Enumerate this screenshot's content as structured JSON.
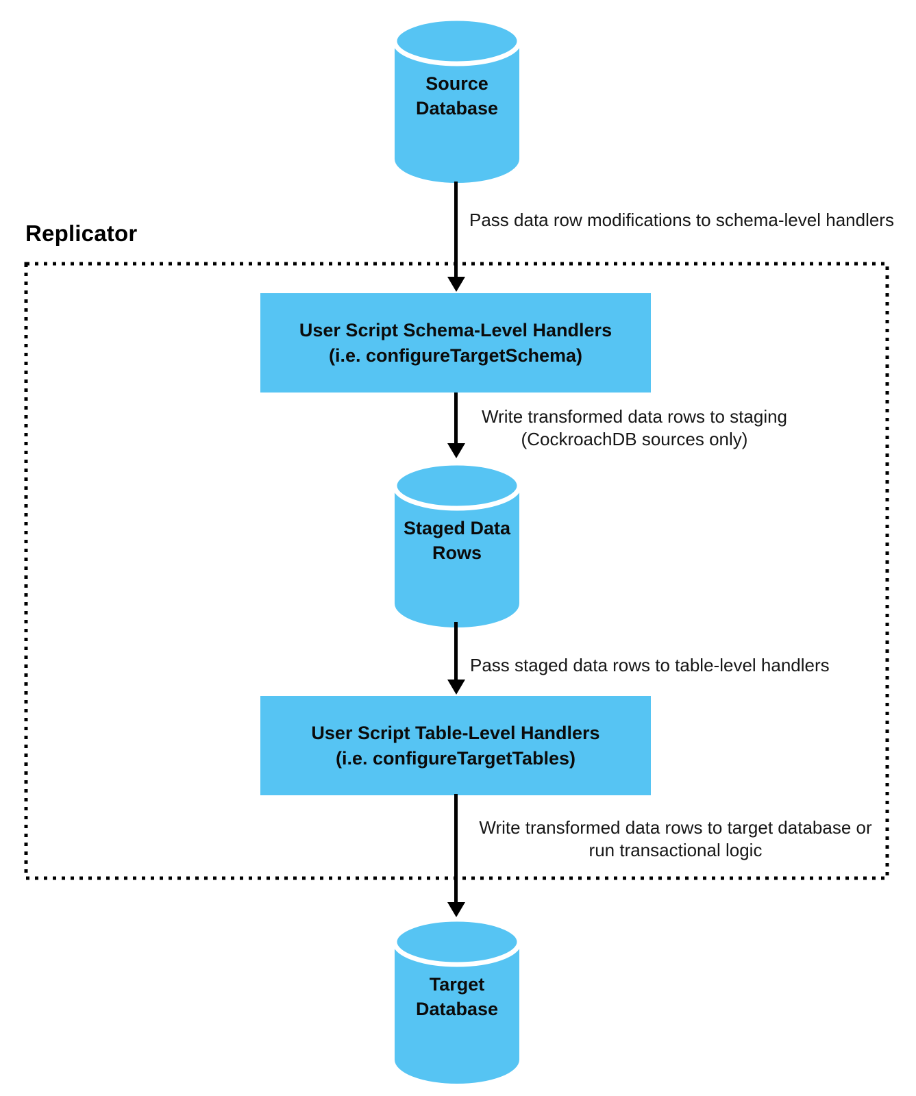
{
  "replicator": {
    "label": "Replicator"
  },
  "nodes": {
    "source_db": {
      "line1": "Source",
      "line2": "Database"
    },
    "schema_handlers": {
      "line1": "User Script Schema-Level Handlers",
      "line2": "(i.e. configureTargetSchema)"
    },
    "staged_rows": {
      "line1": "Staged Data",
      "line2": "Rows"
    },
    "table_handlers": {
      "line1": "User Script Table-Level Handlers",
      "line2": "(i.e. configureTargetTables)"
    },
    "target_db": {
      "line1": "Target",
      "line2": "Database"
    }
  },
  "edges": {
    "source_to_schema": {
      "label": "Pass data row modifications to schema-level handlers"
    },
    "schema_to_staged": {
      "line1": "Write transformed data rows to staging",
      "line2": "(CockroachDB sources only)"
    },
    "staged_to_table": {
      "label": "Pass staged data rows to table-level handlers"
    },
    "table_to_target": {
      "line1": "Write transformed data rows to target database or",
      "line2": "run transactional logic"
    }
  },
  "colors": {
    "node_fill": "#56C4F3",
    "arrow": "#000000",
    "text": "#111111"
  }
}
